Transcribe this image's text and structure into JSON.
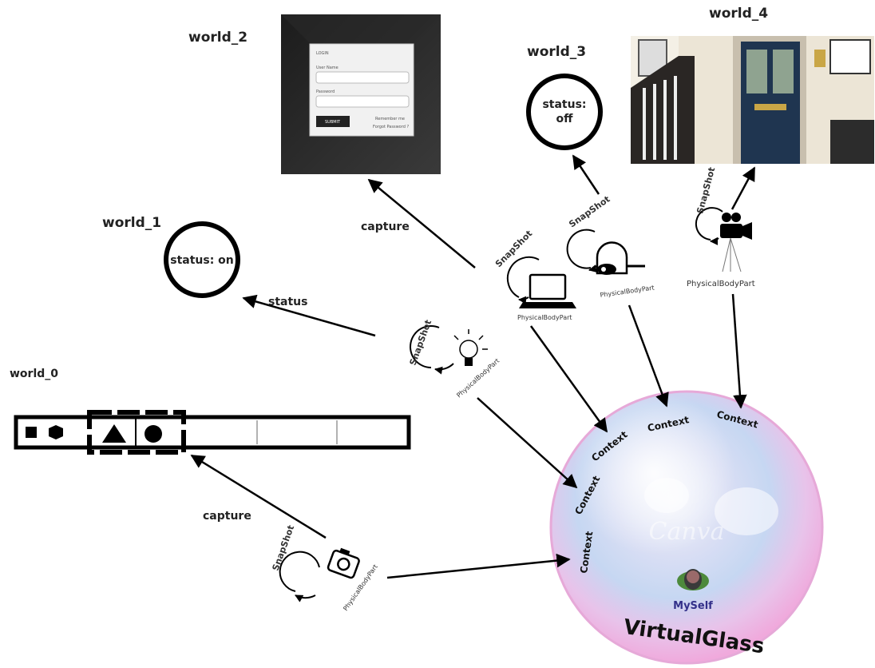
{
  "worlds": {
    "w0": "world_0",
    "w1": "world_1",
    "w2": "world_2",
    "w3": "world_3",
    "w4": "world_4"
  },
  "status": {
    "w1": "status: on",
    "w3_line1": "status:",
    "w3_line2": "off"
  },
  "edges": {
    "capture_top": "capture",
    "status": "status",
    "capture_bottom": "capture"
  },
  "snapshot_label": "SnapShot",
  "physical_body_part_label": "PhysicalBodyPart",
  "context_label": "Context",
  "myself_label": "MySelf",
  "virtual_glass_label": "VirtualGlass",
  "watermark": "Canva",
  "login_screen": {
    "title": "LOGIN",
    "username_label": "User Name",
    "password_label": "Password",
    "submit": "SUBMIT",
    "remember": "Remember me",
    "forgot": "Forgot Password ?"
  },
  "colors": {
    "line": "#000000",
    "bubble_pink": "#f3c3e8",
    "bubble_blue": "#c9d8f5",
    "door_blue": "#1f3550"
  },
  "icons": {
    "camera": "camera-icon",
    "bulb": "lightbulb-icon",
    "laptop": "laptop-icon",
    "cctv": "security-camera-icon",
    "video": "video-camera-icon",
    "person": "person-icon"
  }
}
